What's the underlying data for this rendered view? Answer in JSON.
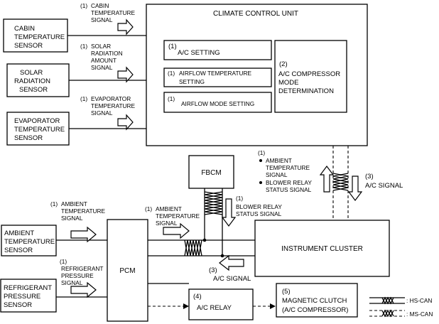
{
  "ccu": {
    "title": "CLIMATE CONTROL UNIT",
    "ac_setting": {
      "num": "(1)",
      "label": "A/C SETTING"
    },
    "airflow_temp": {
      "num": "(1)",
      "l1": "AIRFLOW TEMPERATURE",
      "l2": "SETTING"
    },
    "airflow_mode": {
      "num": "(1)",
      "label": "AIRFLOW MODE SETTING"
    },
    "compressor": {
      "num": "(2)",
      "l1": "A/C COMPRESSOR",
      "l2": "MODE",
      "l3": "DETERMINATION"
    }
  },
  "sensors": {
    "cabin": {
      "l1": "CABIN",
      "l2": "TEMPERATURE",
      "l3": "SENSOR"
    },
    "solar": {
      "l1": "SOLAR",
      "l2": "RADIATION",
      "l3": "SENSOR"
    },
    "evap": {
      "l1": "EVAPORATOR",
      "l2": "TEMPERATURE",
      "l3": "SENSOR"
    },
    "ambient": {
      "l1": "AMBIENT",
      "l2": "TEMPERATURE",
      "l3": "SENSOR"
    },
    "refrig": {
      "l1": "REFRIGERANT",
      "l2": "PRESSURE",
      "l3": "SENSOR"
    }
  },
  "signals": {
    "cabin": {
      "num": "(1)",
      "l1": "CABIN",
      "l2": "TEMPERATURE",
      "l3": "SIGNAL"
    },
    "solar": {
      "num": "(1)",
      "l1": "SOLAR",
      "l2": "RADIATION",
      "l3": "AMOUNT",
      "l4": "SIGNAL"
    },
    "evap": {
      "num": "(1)",
      "l1": "EVAPORATOR",
      "l2": "TEMPERATURE",
      "l3": "SIGNAL"
    },
    "ambient_pcm": {
      "num": "(1)",
      "l1": "AMBIENT",
      "l2": "TEMPERATURE",
      "l3": "SIGNAL"
    },
    "refrig_pcm": {
      "num": "(1)",
      "l1": "REFRIGERANT",
      "l2": "PRESSURE",
      "l3": "SIGNAL"
    },
    "ambient_cluster": {
      "num": "(1)",
      "l1": "AMBIENT",
      "l2": "TEMPERATURE",
      "l3": "SIGNAL"
    },
    "blower_fbcm": {
      "num": "(1)",
      "l1": "BLOWER RELAY",
      "l2": "STATUS SIGNAL"
    },
    "ccu_cluster": {
      "num": "(1)",
      "b1a": "AMBIENT",
      "b1b": "TEMPERATURE",
      "b1c": "SIGNAL",
      "b2a": "BLOWER RELAY",
      "b2b": "STATUS SIGNAL"
    },
    "ac_signal_ccu": {
      "num": "(3)",
      "label": "A/C SIGNAL"
    },
    "ac_signal_pcm": {
      "num": "(3)",
      "label": "A/C SIGNAL"
    }
  },
  "modules": {
    "fbcm": "FBCM",
    "pcm": "PCM",
    "cluster": "INSTRUMENT CLUSTER",
    "relay": {
      "num": "(4)",
      "label": "A/C RELAY"
    },
    "clutch": {
      "num": "(5)",
      "l1": "MAGNETIC CLUTCH",
      "l2": "(A/C COMPRESSOR)"
    }
  },
  "legend": {
    "hs": ": HS-CAN",
    "ms": ": MS-CAN"
  }
}
